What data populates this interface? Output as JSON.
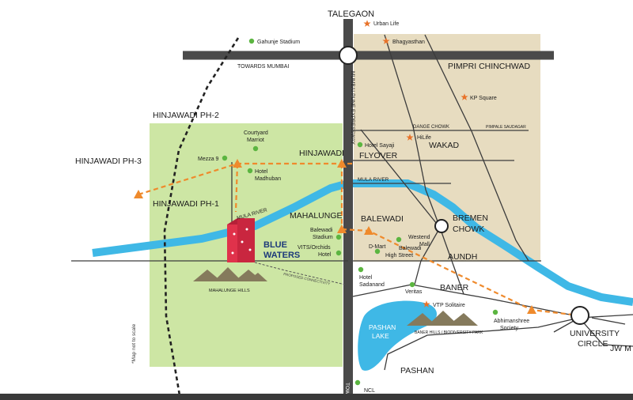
{
  "map": {
    "scale_note": "*Map not to scale",
    "project": {
      "line1": "BLUE",
      "line2": "WATERS"
    },
    "areas": {
      "talegaon": "TALEGAON",
      "pimpri": "PIMPRI CHINCHWAD",
      "hinjawadi_ph2": "HINJAWADI PH-2",
      "hinjawadi_ph3": "HINJAWADI PH-3",
      "hinjawadi_ph1": "HINJAWADI PH-1",
      "hinjawadi": "HINJAWADI",
      "flyover": "FLYOVER",
      "wakad": "WAKAD",
      "mahalunge": "MAHALUNGE",
      "balewadi": "BALEWADI",
      "bremen1": "BREMEN",
      "bremen2": "CHOWK",
      "aundh": "AUNDH",
      "baner": "BANER",
      "pashan": "PASHAN",
      "pashan_lake1": "PASHAN",
      "pashan_lake2": "LAKE",
      "university1": "UNIVERSITY",
      "university2": "CIRCLE",
      "jw": "JW M"
    },
    "roads": {
      "towards_mumbai": "TOWARDS MUMBAI",
      "expressway": "MUMBAI-PUNE EXPRESSWAY",
      "expressway_bottom": "TOW",
      "dange_chowk": "DANGE CHOWK",
      "pimple_saudagar": "PIMPALE SAUDAGAR",
      "mula_river_1": "MULA RIVER",
      "mula_river_2": "MULA  RIVER",
      "proposed_connectivity": "PROPOSED CONNECTIVITY"
    },
    "hills": {
      "mahalunge_hills": "MAHALUNGE HILLS",
      "baner_hills": "BANER HILLS / BIODIVERSITY PARK"
    },
    "landmarks": {
      "urban_life": "Urban Life",
      "bhagyasthan": "Bhagyasthan",
      "kp_square": "KP Square",
      "hilife": "HiLife",
      "gahunje": "Gahunje Stadium",
      "courtyard1": "Courtyard",
      "courtyard2": "Marriot",
      "mezza": "Mezza 9",
      "madhuban1": "Hotel",
      "madhuban2": "Madhuban",
      "sayaji": "Hotel Sayaji",
      "balewadi_stadium1": "Balewadi",
      "balewadi_stadium2": "Stadium",
      "vits1": "VITS/Orchids",
      "vits2": "Hotel",
      "dmart": "D-Mart",
      "westend1": "Westend",
      "westend2": "Mall",
      "bhs1": "Balewadi",
      "bhs2": "High Street",
      "sadanand1": "Hotel",
      "sadanand2": "Sadanand",
      "veritas": "Veritas",
      "vtp": "VTP Solitaire",
      "abhimanshree1": "Abhimanshree",
      "abhimanshree2": "Society",
      "ncl": "NCL"
    },
    "colors": {
      "green_zone": "#cde6a4",
      "tan_zone": "#e7dcc0",
      "river": "#3fb8e6",
      "road": "#4a4a4a",
      "route": "#ef8a2c",
      "project": "#e0324b",
      "marker_green": "#5bb540",
      "hill": "#857a5c",
      "label_blue": "#1d3a7a"
    }
  }
}
